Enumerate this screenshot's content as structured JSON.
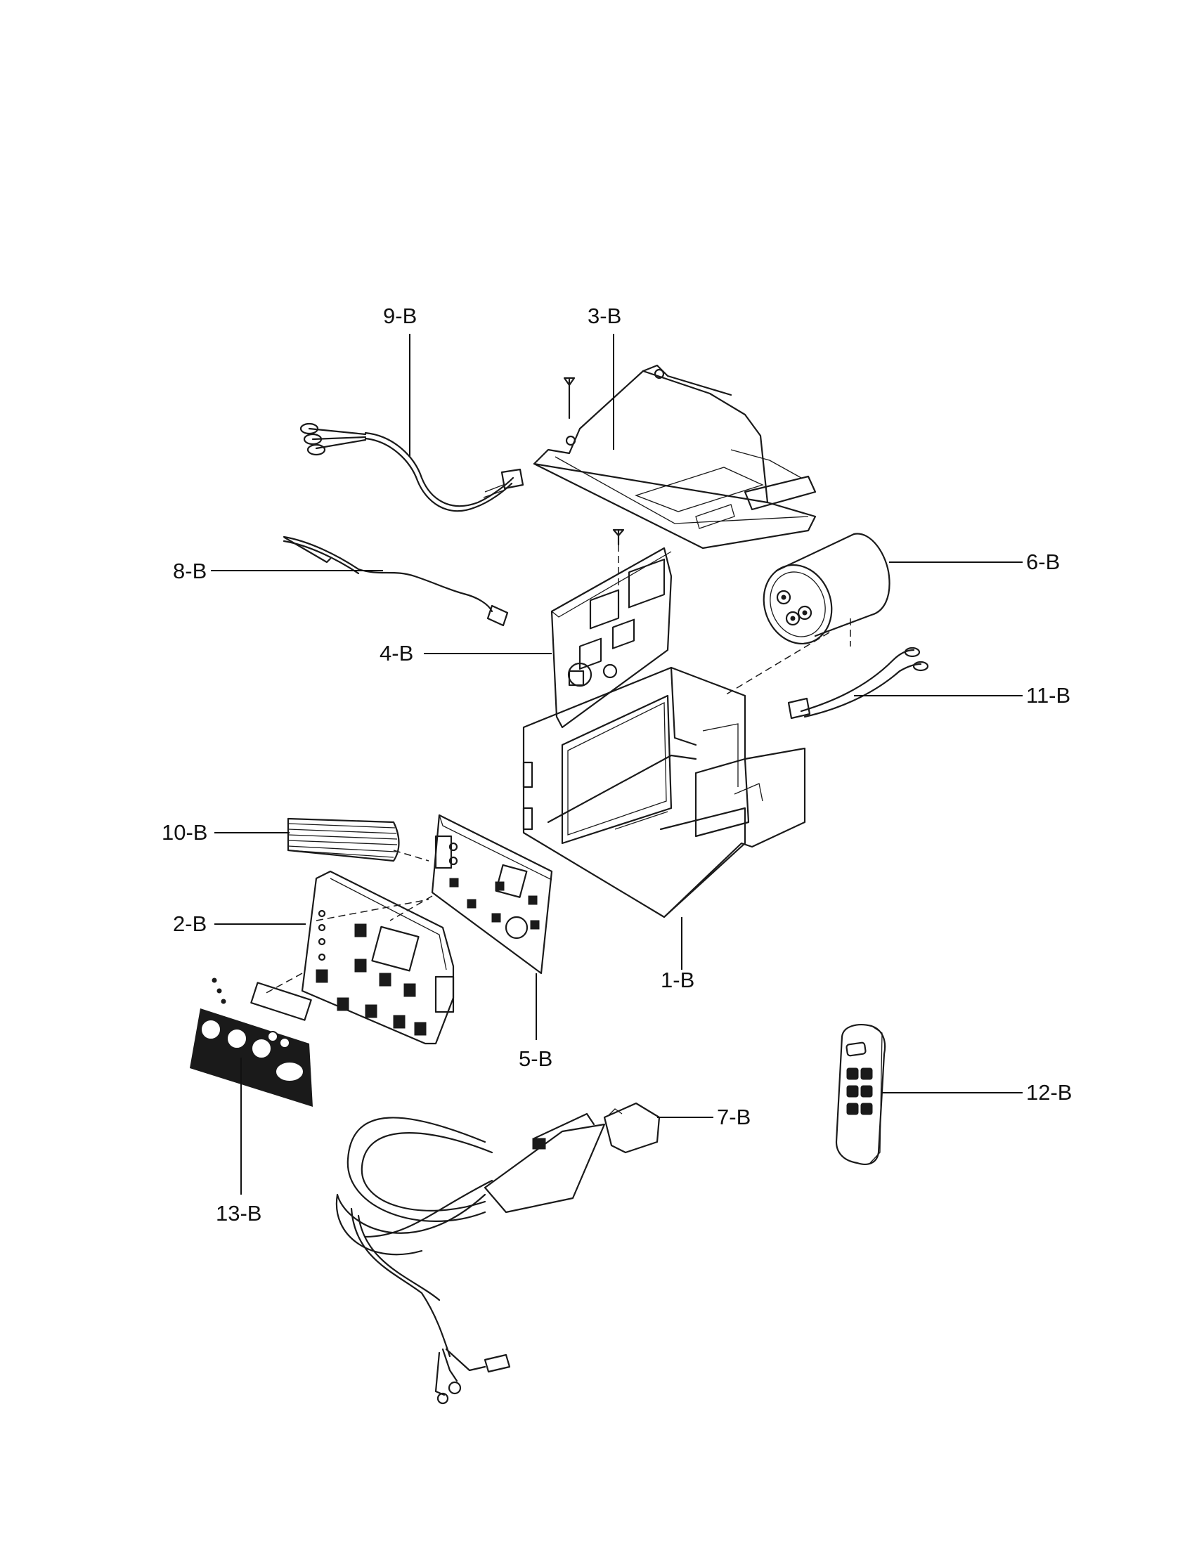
{
  "colors": {
    "ink": "#111111",
    "paper": "#ffffff"
  },
  "callouts": [
    {
      "id": "9b",
      "text": "9-B"
    },
    {
      "id": "3b",
      "text": "3-B"
    },
    {
      "id": "8b",
      "text": "8-B"
    },
    {
      "id": "6b",
      "text": "6-B"
    },
    {
      "id": "4b",
      "text": "4-B"
    },
    {
      "id": "11b",
      "text": "11-B"
    },
    {
      "id": "10b",
      "text": "10-B"
    },
    {
      "id": "2b",
      "text": "2-B"
    },
    {
      "id": "1b",
      "text": "1-B"
    },
    {
      "id": "5b",
      "text": "5-B"
    },
    {
      "id": "12b",
      "text": "12-B"
    },
    {
      "id": "7b",
      "text": "7-B"
    },
    {
      "id": "13b",
      "text": "13-B"
    }
  ],
  "icons": {
    "wire_harness_9b": "wire-harness-icon",
    "cover_3b": "control-cover-icon",
    "sensor_8b": "thermistor-sensor-icon",
    "capacitor_6b": "capacitor-icon",
    "pcb_4b": "main-pcb-icon",
    "wire_11b": "capacitor-wire-icon",
    "ribbon_10b": "ribbon-cable-icon",
    "panel_2b": "control-panel-icon",
    "box_1b": "control-box-icon",
    "display_pcb_5b": "display-pcb-icon",
    "remote_12b": "remote-control-icon",
    "cord_7b": "power-cord-icon",
    "decal_13b": "panel-decal-icon"
  }
}
